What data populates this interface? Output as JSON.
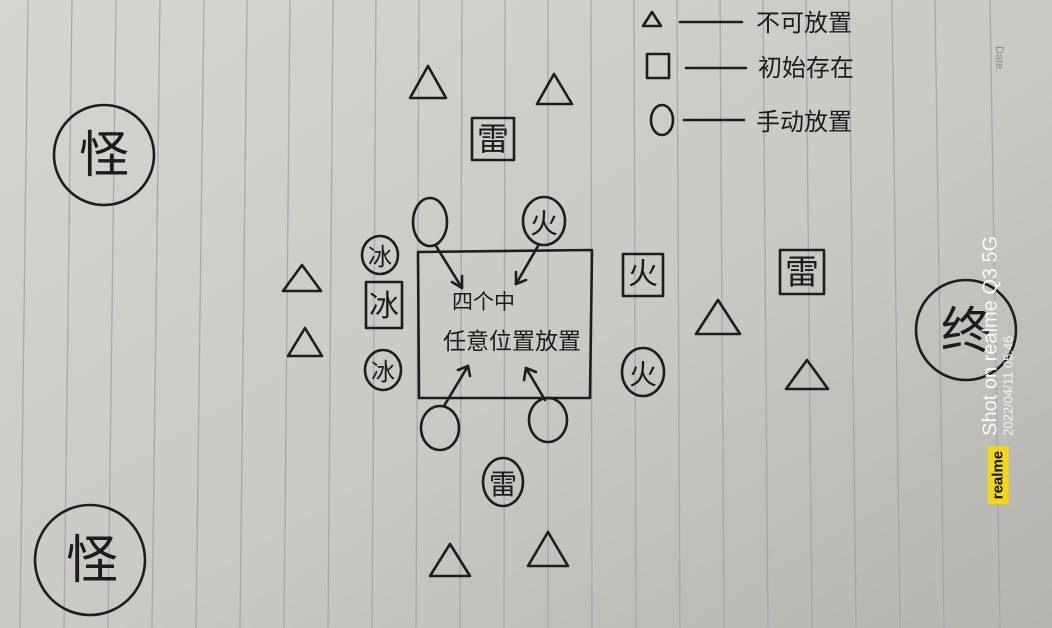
{
  "legend": {
    "triangle_label": "不可放置",
    "square_label": "初始存在",
    "circle_label": "手动放置"
  },
  "tiles": {
    "monster": "怪",
    "end": "终",
    "thunder": "雷",
    "fire": "火",
    "ice": "冰"
  },
  "center_box": {
    "line1": "四个中",
    "line2": "任意位置放置"
  },
  "paper_margin_label": "Date.",
  "watermark": {
    "brand": "realme",
    "shot_text": "Shot on realme Q3 5G",
    "timestamp": "2022/04/11 05:46"
  },
  "colors": {
    "paper": "#cfcec8",
    "ink": "#1d1d1d",
    "rule_line": "#9ea3b3",
    "watermark_logo": "#f3d51a"
  }
}
